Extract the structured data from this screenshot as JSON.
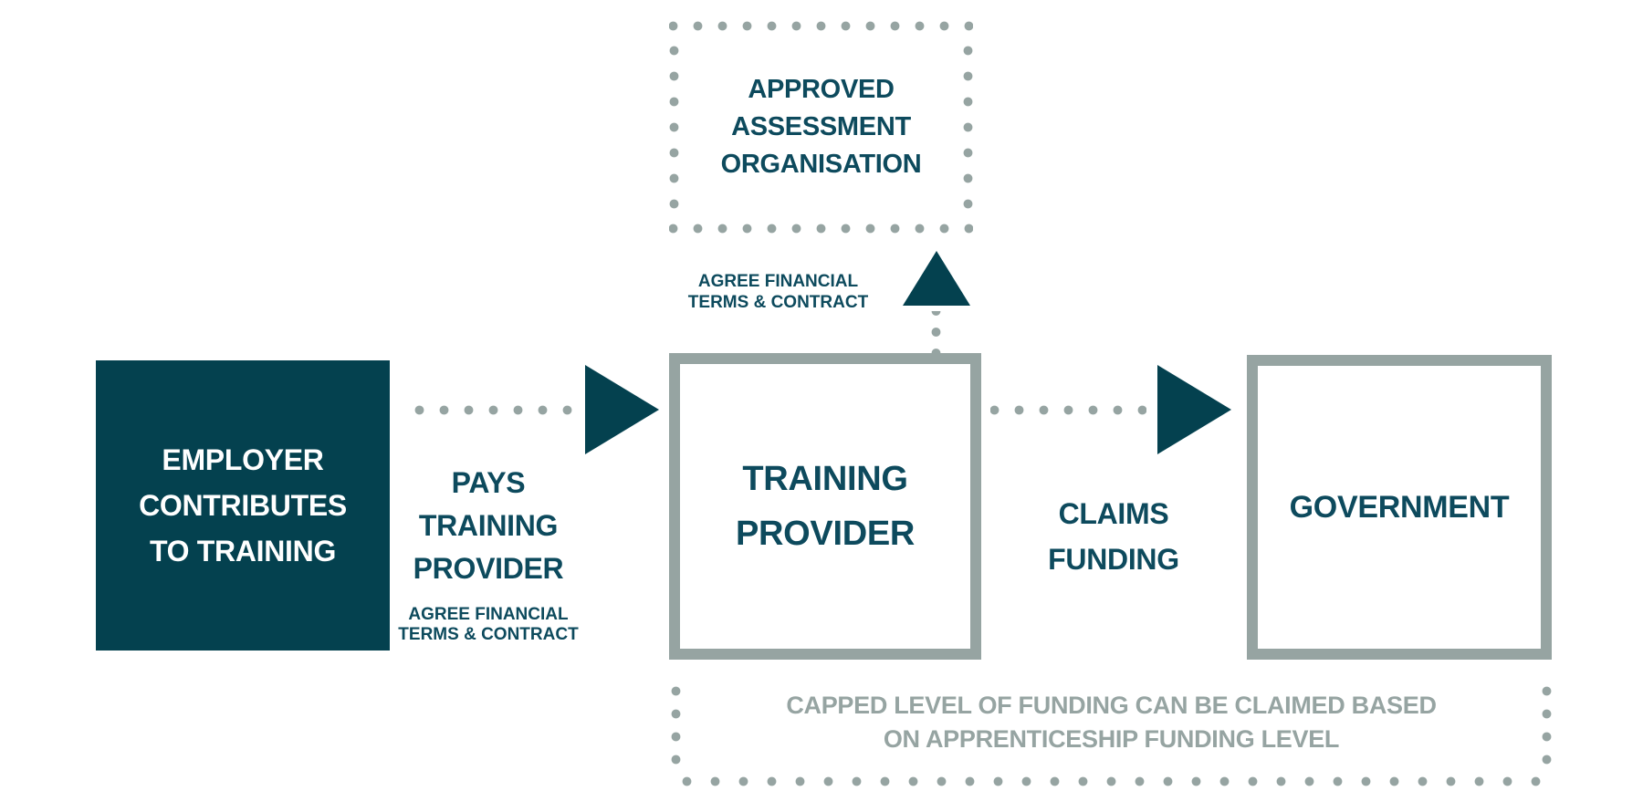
{
  "colors": {
    "teal": "#04414f",
    "teal_text": "#0d4a5d",
    "gray": "#96a4a2",
    "background": "#ffffff"
  },
  "nodes": {
    "assessment": {
      "lines": [
        "APPROVED",
        "ASSESSMENT",
        "ORGANISATION"
      ]
    },
    "employer": {
      "lines": [
        "EMPLOYER",
        "CONTRIBUTES",
        "TO TRAINING"
      ]
    },
    "training_provider": {
      "lines": [
        "TRAINING",
        "PROVIDER"
      ]
    },
    "government": {
      "label": "GOVERNMENT"
    },
    "funding_cap": {
      "lines": [
        "CAPPED LEVEL OF FUNDING CAN BE CLAIMED BASED",
        "ON APPRENTICESHIP FUNDING LEVEL"
      ]
    }
  },
  "edges": {
    "employer_to_provider": {
      "lines": [
        "PAYS",
        "TRAINING",
        "PROVIDER"
      ],
      "sub_lines": [
        "AGREE FINANCIAL",
        "TERMS & CONTRACT"
      ]
    },
    "provider_to_assessment": {
      "sub_lines": [
        "AGREE FINANCIAL",
        "TERMS & CONTRACT"
      ]
    },
    "provider_to_government": {
      "lines": [
        "CLAIMS",
        "FUNDING"
      ]
    }
  }
}
